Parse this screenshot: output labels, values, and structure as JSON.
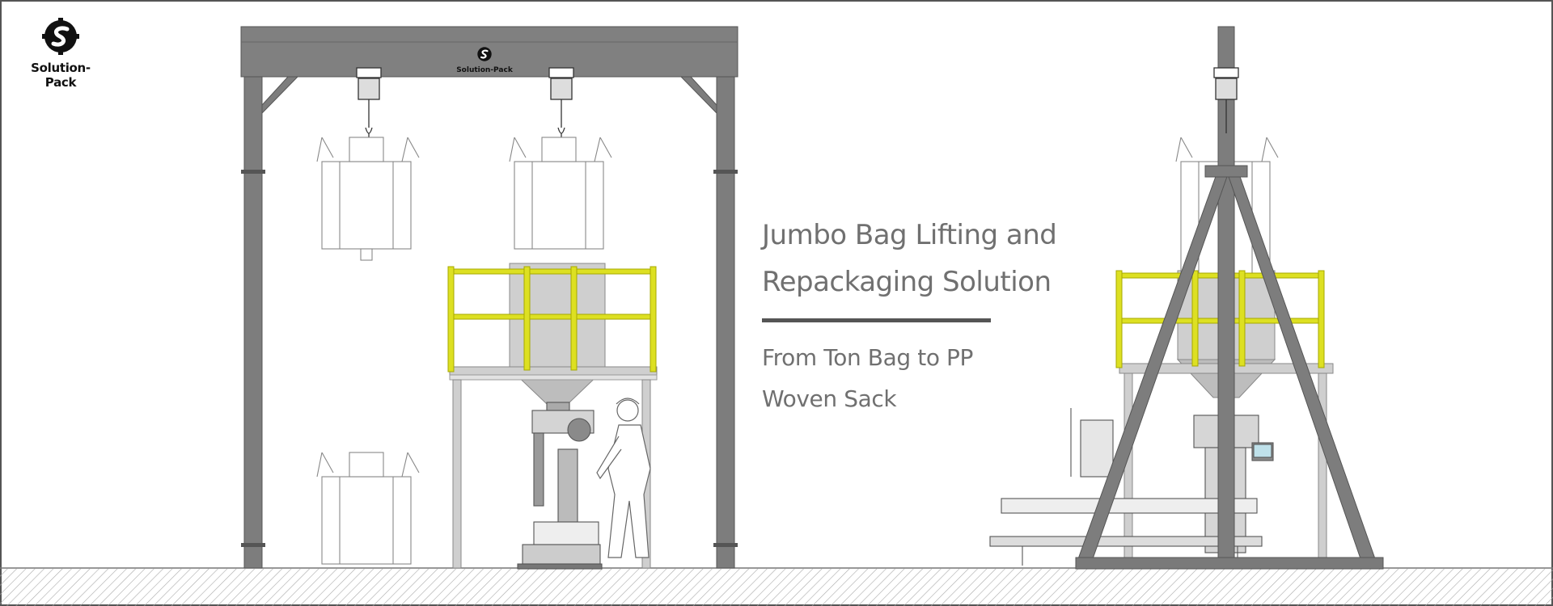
{
  "brand": {
    "name": "Solution-Pack",
    "icon": "gear-s-logo-icon"
  },
  "frame_brand": {
    "name": "Solution-Pack"
  },
  "headline": {
    "line1": "Jumbo Bag Lifting and",
    "line2": "Repackaging Solution"
  },
  "subheadline": {
    "line1": "From Ton Bag to PP",
    "line2": "Woven Sack"
  },
  "colors": {
    "steel": "#7d7d7d",
    "guardrail": "#dde022",
    "floor_hatch": "#9a9a9a",
    "text": "#707070",
    "divider": "#555555"
  }
}
